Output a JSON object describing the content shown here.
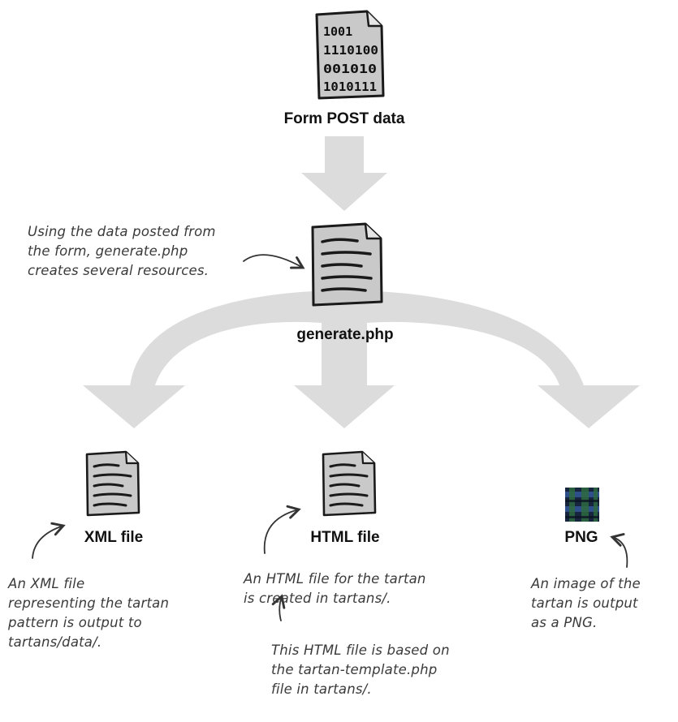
{
  "source": {
    "label": "Form POST data",
    "binary_lines": [
      "1001",
      "1110100",
      "001010",
      "1010111"
    ]
  },
  "processor": {
    "label": "generate.php"
  },
  "outputs": [
    {
      "label": "XML file"
    },
    {
      "label": "HTML file"
    },
    {
      "label": "PNG"
    }
  ],
  "annotations": {
    "generate": [
      "Using the data posted from",
      "the form, generate.php",
      "creates several resources."
    ],
    "xml": [
      "An XML file",
      "representing the tartan",
      "pattern is output to",
      "tartans/data/."
    ],
    "html": [
      "An HTML file for the tartan",
      "is created in tartans/."
    ],
    "html_template": [
      "This HTML file is based on",
      "the tartan-template.php",
      "file in tartans/."
    ],
    "png": [
      "An image of the",
      "tartan is output",
      "as a PNG."
    ]
  },
  "colors": {
    "flow_arrow": "#dcdcdc",
    "doc_fill": "#c9c9c9",
    "doc_stroke": "#1a1a1a",
    "tartan_dark": "#17253f",
    "tartan_green": "#2d6a3e",
    "tartan_blue": "#2f4f8a"
  }
}
